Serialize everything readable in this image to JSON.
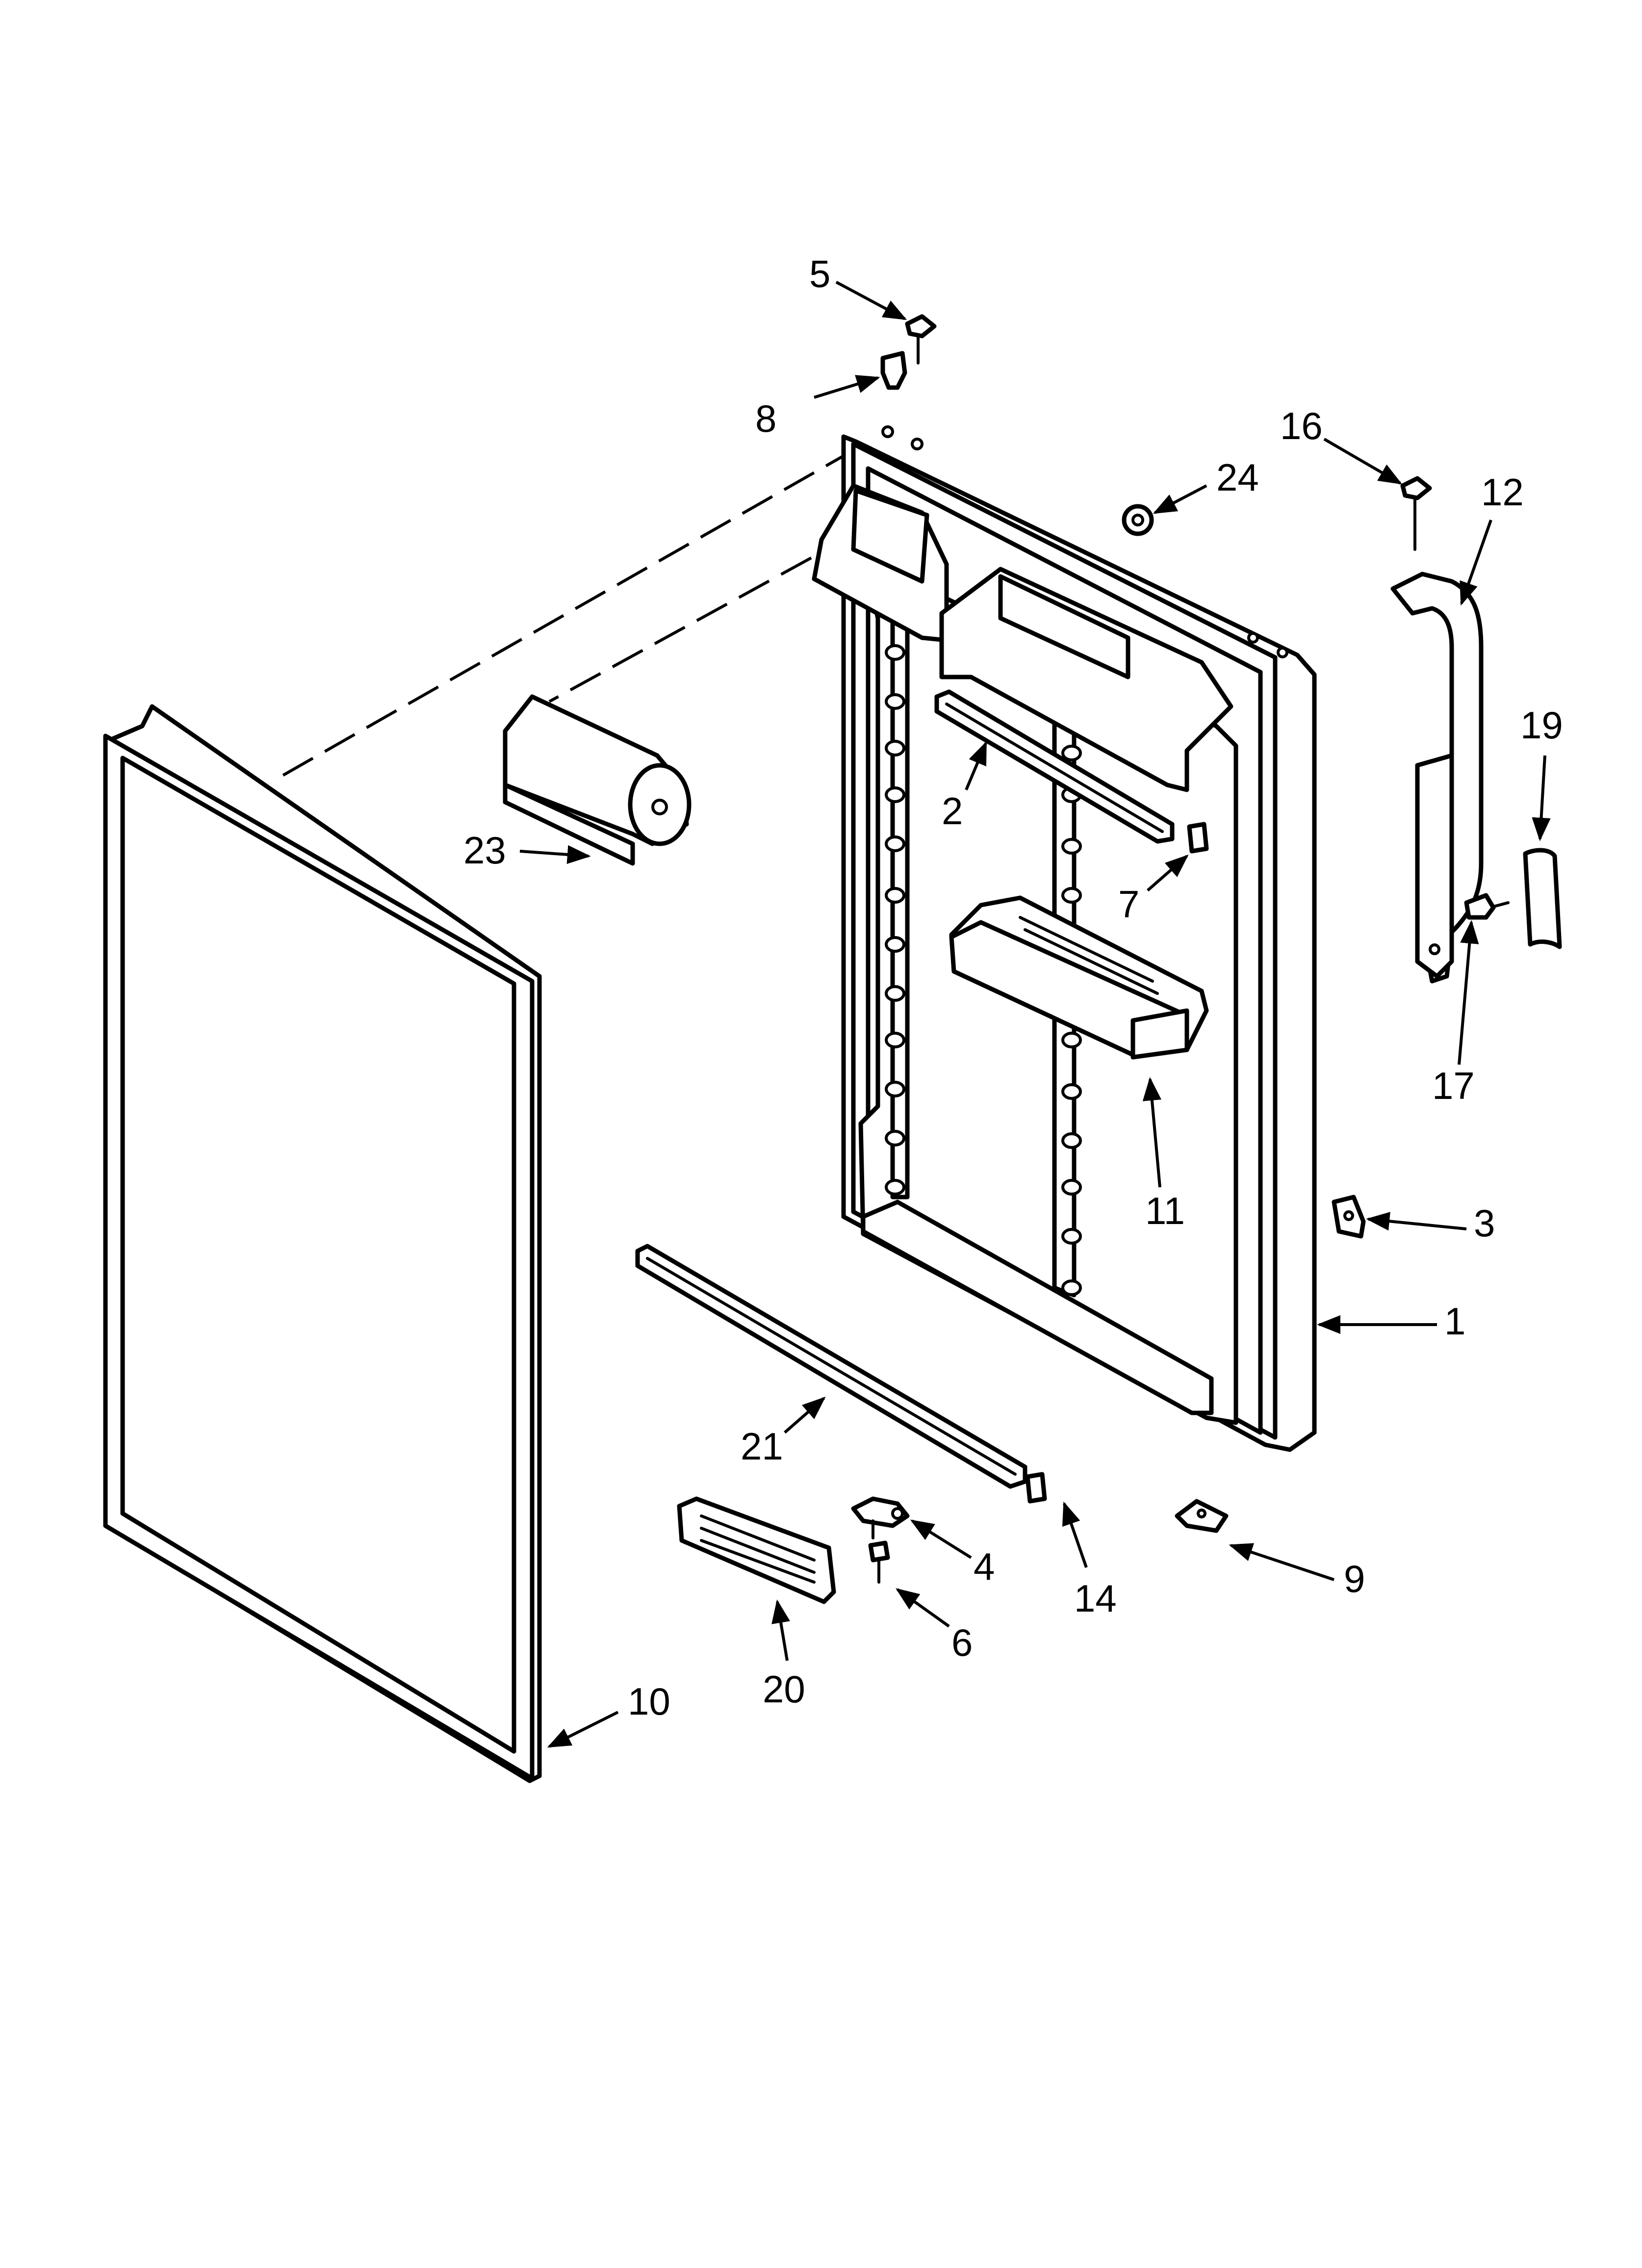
{
  "callouts": [
    {
      "id": "c1",
      "label": "1"
    },
    {
      "id": "c2",
      "label": "2"
    },
    {
      "id": "c3",
      "label": "3"
    },
    {
      "id": "c4",
      "label": "4"
    },
    {
      "id": "c5",
      "label": "5"
    },
    {
      "id": "c6",
      "label": "6"
    },
    {
      "id": "c7",
      "label": "7"
    },
    {
      "id": "c8",
      "label": "8"
    },
    {
      "id": "c9",
      "label": "9"
    },
    {
      "id": "c10",
      "label": "10"
    },
    {
      "id": "c11",
      "label": "11"
    },
    {
      "id": "c12",
      "label": "12"
    },
    {
      "id": "c14",
      "label": "14"
    },
    {
      "id": "c16",
      "label": "16"
    },
    {
      "id": "c17",
      "label": "17"
    },
    {
      "id": "c19",
      "label": "19"
    },
    {
      "id": "c20",
      "label": "20"
    },
    {
      "id": "c21",
      "label": "21"
    },
    {
      "id": "c23",
      "label": "23"
    },
    {
      "id": "c24",
      "label": "24"
    }
  ]
}
